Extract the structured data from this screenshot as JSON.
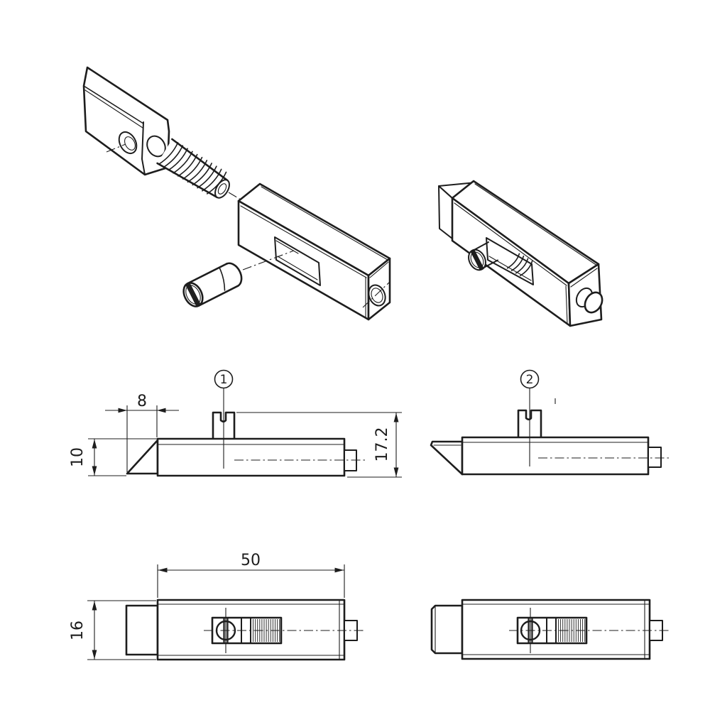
{
  "drawing": {
    "background_color": "#ffffff",
    "line_color": "#1d1d1d",
    "balloons": [
      {
        "label": "1"
      },
      {
        "label": "2"
      }
    ],
    "dimensions": {
      "wedge_length": "8",
      "body_height": "10",
      "overall_height": "17.2",
      "body_length": "50",
      "body_width": "16"
    }
  }
}
